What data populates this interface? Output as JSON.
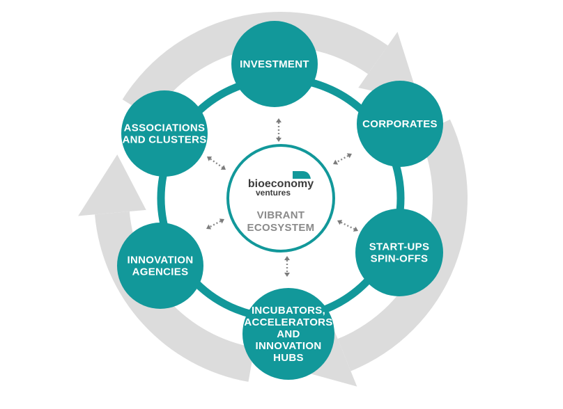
{
  "colors": {
    "node": "#12989a",
    "ring": "#12989a",
    "outer_arrows": "#dcdcdc",
    "connector": "#8a8a8a",
    "center_text": "#8a8a8a"
  },
  "center": {
    "logo": {
      "line1": "bioeconomy",
      "line2": "ventures"
    },
    "text_line1": "VIBRANT",
    "text_line2": "ECOSYSTEM"
  },
  "nodes": [
    {
      "id": "investment",
      "lines": [
        "INVESTMENT"
      ]
    },
    {
      "id": "corporates",
      "lines": [
        "CORPORATES"
      ]
    },
    {
      "id": "startups",
      "lines": [
        "START-UPS",
        "SPIN-OFFS"
      ]
    },
    {
      "id": "incubators",
      "lines": [
        "INCUBATORS,",
        "ACCELERATORS",
        "AND",
        "INNOVATION",
        "HUBS"
      ]
    },
    {
      "id": "innovation-agencies",
      "lines": [
        "INNOVATION",
        "AGENCIES"
      ]
    },
    {
      "id": "associations",
      "lines": [
        "ASSOCIATIONS",
        "AND CLUSTERS"
      ]
    }
  ]
}
